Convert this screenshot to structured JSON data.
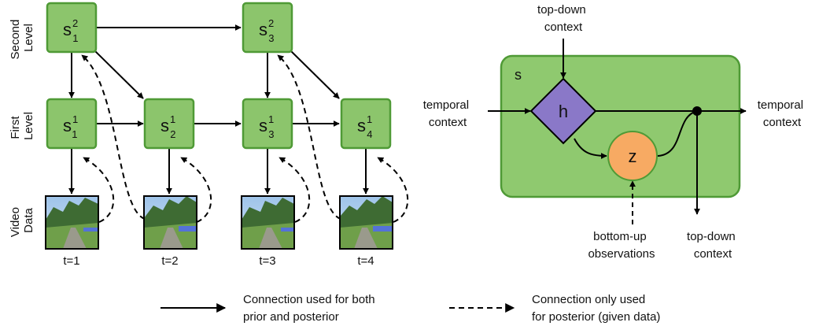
{
  "colors": {
    "node_fill": "#8cc56c",
    "node_stroke": "#4f9a36",
    "panel_fill": "#8fc96f",
    "panel_stroke": "#4f9a36",
    "h_fill": "#8a78c8",
    "z_fill": "#f7aa63",
    "z_stroke": "#4f9a36",
    "line": "#000000"
  },
  "left": {
    "levels": [
      {
        "line1": "Second",
        "line2": "Level"
      },
      {
        "line1": "First",
        "line2": "Level"
      },
      {
        "line1": "Video",
        "line2": "Data"
      }
    ],
    "second_level_nodes": [
      {
        "base": "s",
        "sup": "2",
        "sub": "1"
      },
      {
        "base": "s",
        "sup": "2",
        "sub": "3"
      }
    ],
    "first_level_nodes": [
      {
        "base": "s",
        "sup": "1",
        "sub": "1"
      },
      {
        "base": "s",
        "sup": "1",
        "sub": "2"
      },
      {
        "base": "s",
        "sup": "1",
        "sub": "3"
      },
      {
        "base": "s",
        "sup": "1",
        "sub": "4"
      }
    ],
    "time_labels": [
      "t=1",
      "t=2",
      "t=3",
      "t=4"
    ]
  },
  "right": {
    "state_label": "s",
    "h_label": "h",
    "z_label": "z",
    "top_in": {
      "line1": "top-down",
      "line2": "context"
    },
    "left_in": {
      "line1": "temporal",
      "line2": "context"
    },
    "right_out": {
      "line1": "temporal",
      "line2": "context"
    },
    "bottom_in": {
      "line1": "bottom-up",
      "line2": "observations"
    },
    "bottom_out": {
      "line1": "top-down",
      "line2": "context"
    }
  },
  "legend": {
    "solid": {
      "line1": "Connection used for both",
      "line2": "prior and posterior"
    },
    "dashed": {
      "line1": "Connection only used",
      "line2": "for posterior (given data)"
    }
  }
}
